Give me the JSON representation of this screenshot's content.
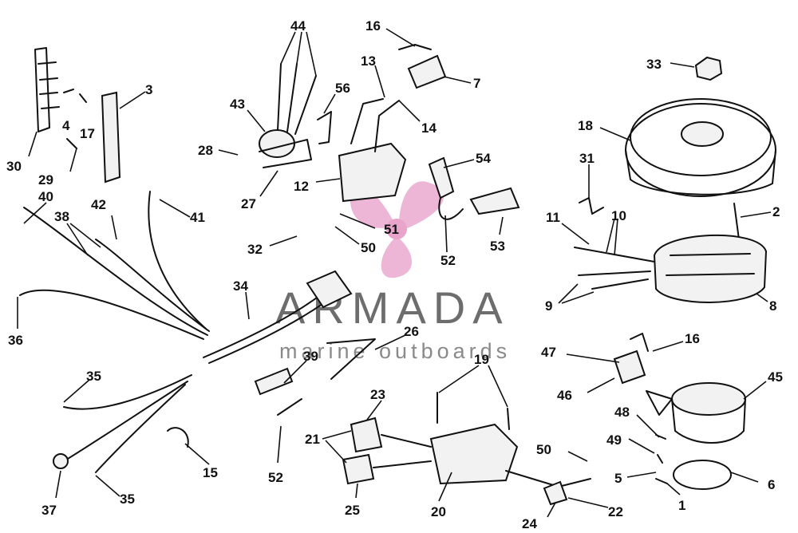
{
  "watermark": {
    "brand": "ARMADA",
    "tagline": "marine outboards",
    "accent_color": "#e07ab5"
  },
  "callouts": [
    {
      "id": "c44",
      "text": "44"
    },
    {
      "id": "c16a",
      "text": "16"
    },
    {
      "id": "c13",
      "text": "13"
    },
    {
      "id": "c7",
      "text": "7"
    },
    {
      "id": "c33",
      "text": "33"
    },
    {
      "id": "c3",
      "text": "3"
    },
    {
      "id": "c43",
      "text": "43"
    },
    {
      "id": "c56",
      "text": "56"
    },
    {
      "id": "c14",
      "text": "14"
    },
    {
      "id": "c4",
      "text": "4"
    },
    {
      "id": "c17",
      "text": "17"
    },
    {
      "id": "c18",
      "text": "18"
    },
    {
      "id": "c28",
      "text": "28"
    },
    {
      "id": "c54",
      "text": "54"
    },
    {
      "id": "c31",
      "text": "31"
    },
    {
      "id": "c30",
      "text": "30"
    },
    {
      "id": "c29",
      "text": "29"
    },
    {
      "id": "c12",
      "text": "12"
    },
    {
      "id": "c27",
      "text": "27"
    },
    {
      "id": "c40",
      "text": "40"
    },
    {
      "id": "c42",
      "text": "42"
    },
    {
      "id": "c2",
      "text": "2"
    },
    {
      "id": "c11",
      "text": "11"
    },
    {
      "id": "c10",
      "text": "10"
    },
    {
      "id": "c38",
      "text": "38"
    },
    {
      "id": "c41",
      "text": "41"
    },
    {
      "id": "c51",
      "text": "51"
    },
    {
      "id": "c32",
      "text": "32"
    },
    {
      "id": "c50a",
      "text": "50"
    },
    {
      "id": "c53",
      "text": "53"
    },
    {
      "id": "c52a",
      "text": "52"
    },
    {
      "id": "c34",
      "text": "34"
    },
    {
      "id": "c9",
      "text": "9"
    },
    {
      "id": "c8",
      "text": "8"
    },
    {
      "id": "c36",
      "text": "36"
    },
    {
      "id": "c26",
      "text": "26"
    },
    {
      "id": "c16b",
      "text": "16"
    },
    {
      "id": "c47",
      "text": "47"
    },
    {
      "id": "c39",
      "text": "39"
    },
    {
      "id": "c19",
      "text": "19"
    },
    {
      "id": "c35a",
      "text": "35"
    },
    {
      "id": "c45",
      "text": "45"
    },
    {
      "id": "c46",
      "text": "46"
    },
    {
      "id": "c23",
      "text": "23"
    },
    {
      "id": "c48",
      "text": "48"
    },
    {
      "id": "c21",
      "text": "21"
    },
    {
      "id": "c49",
      "text": "49"
    },
    {
      "id": "c50b",
      "text": "50"
    },
    {
      "id": "c15",
      "text": "15"
    },
    {
      "id": "c52b",
      "text": "52"
    },
    {
      "id": "c5",
      "text": "5"
    },
    {
      "id": "c6",
      "text": "6"
    },
    {
      "id": "c37",
      "text": "37"
    },
    {
      "id": "c35b",
      "text": "35"
    },
    {
      "id": "c25",
      "text": "25"
    },
    {
      "id": "c20",
      "text": "20"
    },
    {
      "id": "c1",
      "text": "1"
    },
    {
      "id": "c22",
      "text": "22"
    },
    {
      "id": "c24",
      "text": "24"
    }
  ]
}
